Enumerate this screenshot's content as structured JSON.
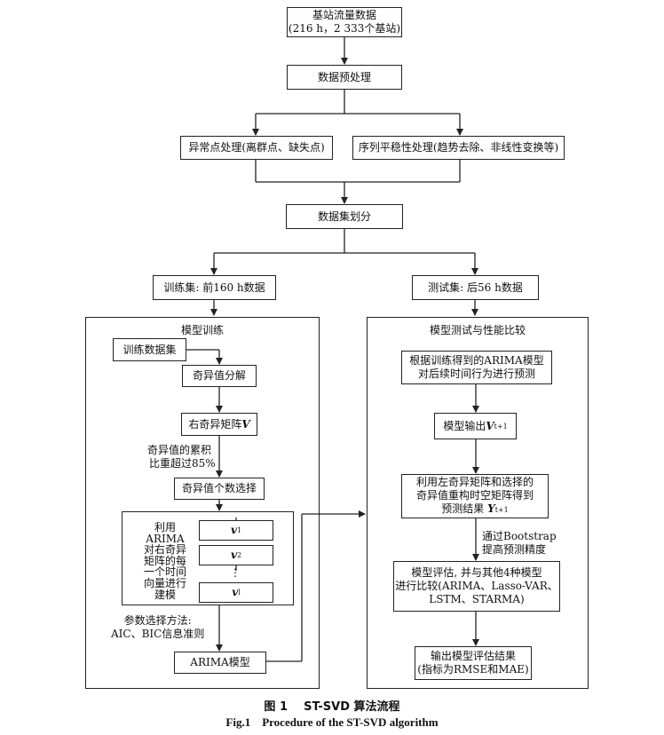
{
  "nodes": {
    "source_line1": "基站流量数据",
    "source_line2": "(216 h，2 333个基站)",
    "preprocess": "数据预处理",
    "anomaly": "异常点处理(离群点、缺失点)",
    "stationarity": "序列平稳性处理(趋势去除、非线性变换等)",
    "split": "数据集划分",
    "train_set": "训练集: 前160 h数据",
    "test_set": "测试集: 后56 h数据"
  },
  "training": {
    "title": "模型训练",
    "train_data": "训练数据集",
    "svd": "奇异值分解",
    "right_matrix": "右奇异矩阵",
    "right_matrix_symbol": "V",
    "threshold_line1": "奇异值的累积",
    "threshold_line2": "比重超过85%",
    "count_select": "奇异值个数选择",
    "arima_lines": [
      "利用",
      "ARIMA",
      "对右奇异",
      "矩阵的每",
      "一个时间",
      "向量进行",
      "建模"
    ],
    "vectors": [
      {
        "sym": "v",
        "sub": "1"
      },
      {
        "sym": "v",
        "sub": "2"
      },
      {
        "sym": "v",
        "sub": "l"
      }
    ],
    "ellipsis": "⋮",
    "param_line1": "参数选择方法:",
    "param_line2": "AIC、BIC信息准则",
    "arima_model": "ARIMA模型"
  },
  "testing": {
    "title": "模型测试与性能比较",
    "predict_line1": "根据训练得到的ARIMA模型",
    "predict_line2": "对后续时间行为进行预测",
    "output_prefix": "模型输出",
    "output_sym": "V",
    "output_sub": "t+1",
    "reconstruct_line1": "利用左奇异矩阵和选择的",
    "reconstruct_line2": "奇异值重构时空矩阵得到",
    "reconstruct_line3_prefix": "预测结果",
    "reconstruct_sym": "Y",
    "reconstruct_sub": "t+1",
    "bootstrap_line1": "通过Bootstrap",
    "bootstrap_line2": "提高预测精度",
    "eval_line1": "模型评估, 并与其他4种模型",
    "eval_line2": "进行比较(ARIMA、Lasso-VAR、",
    "eval_line3": "LSTM、STARMA)",
    "result_line1": "输出模型评估结果",
    "result_line2": "(指标为RMSE和MAE)"
  },
  "caption": {
    "cn": "图 1    ST-SVD 算法流程",
    "en": "Fig.1    Procedure of the ST-SVD algorithm"
  }
}
